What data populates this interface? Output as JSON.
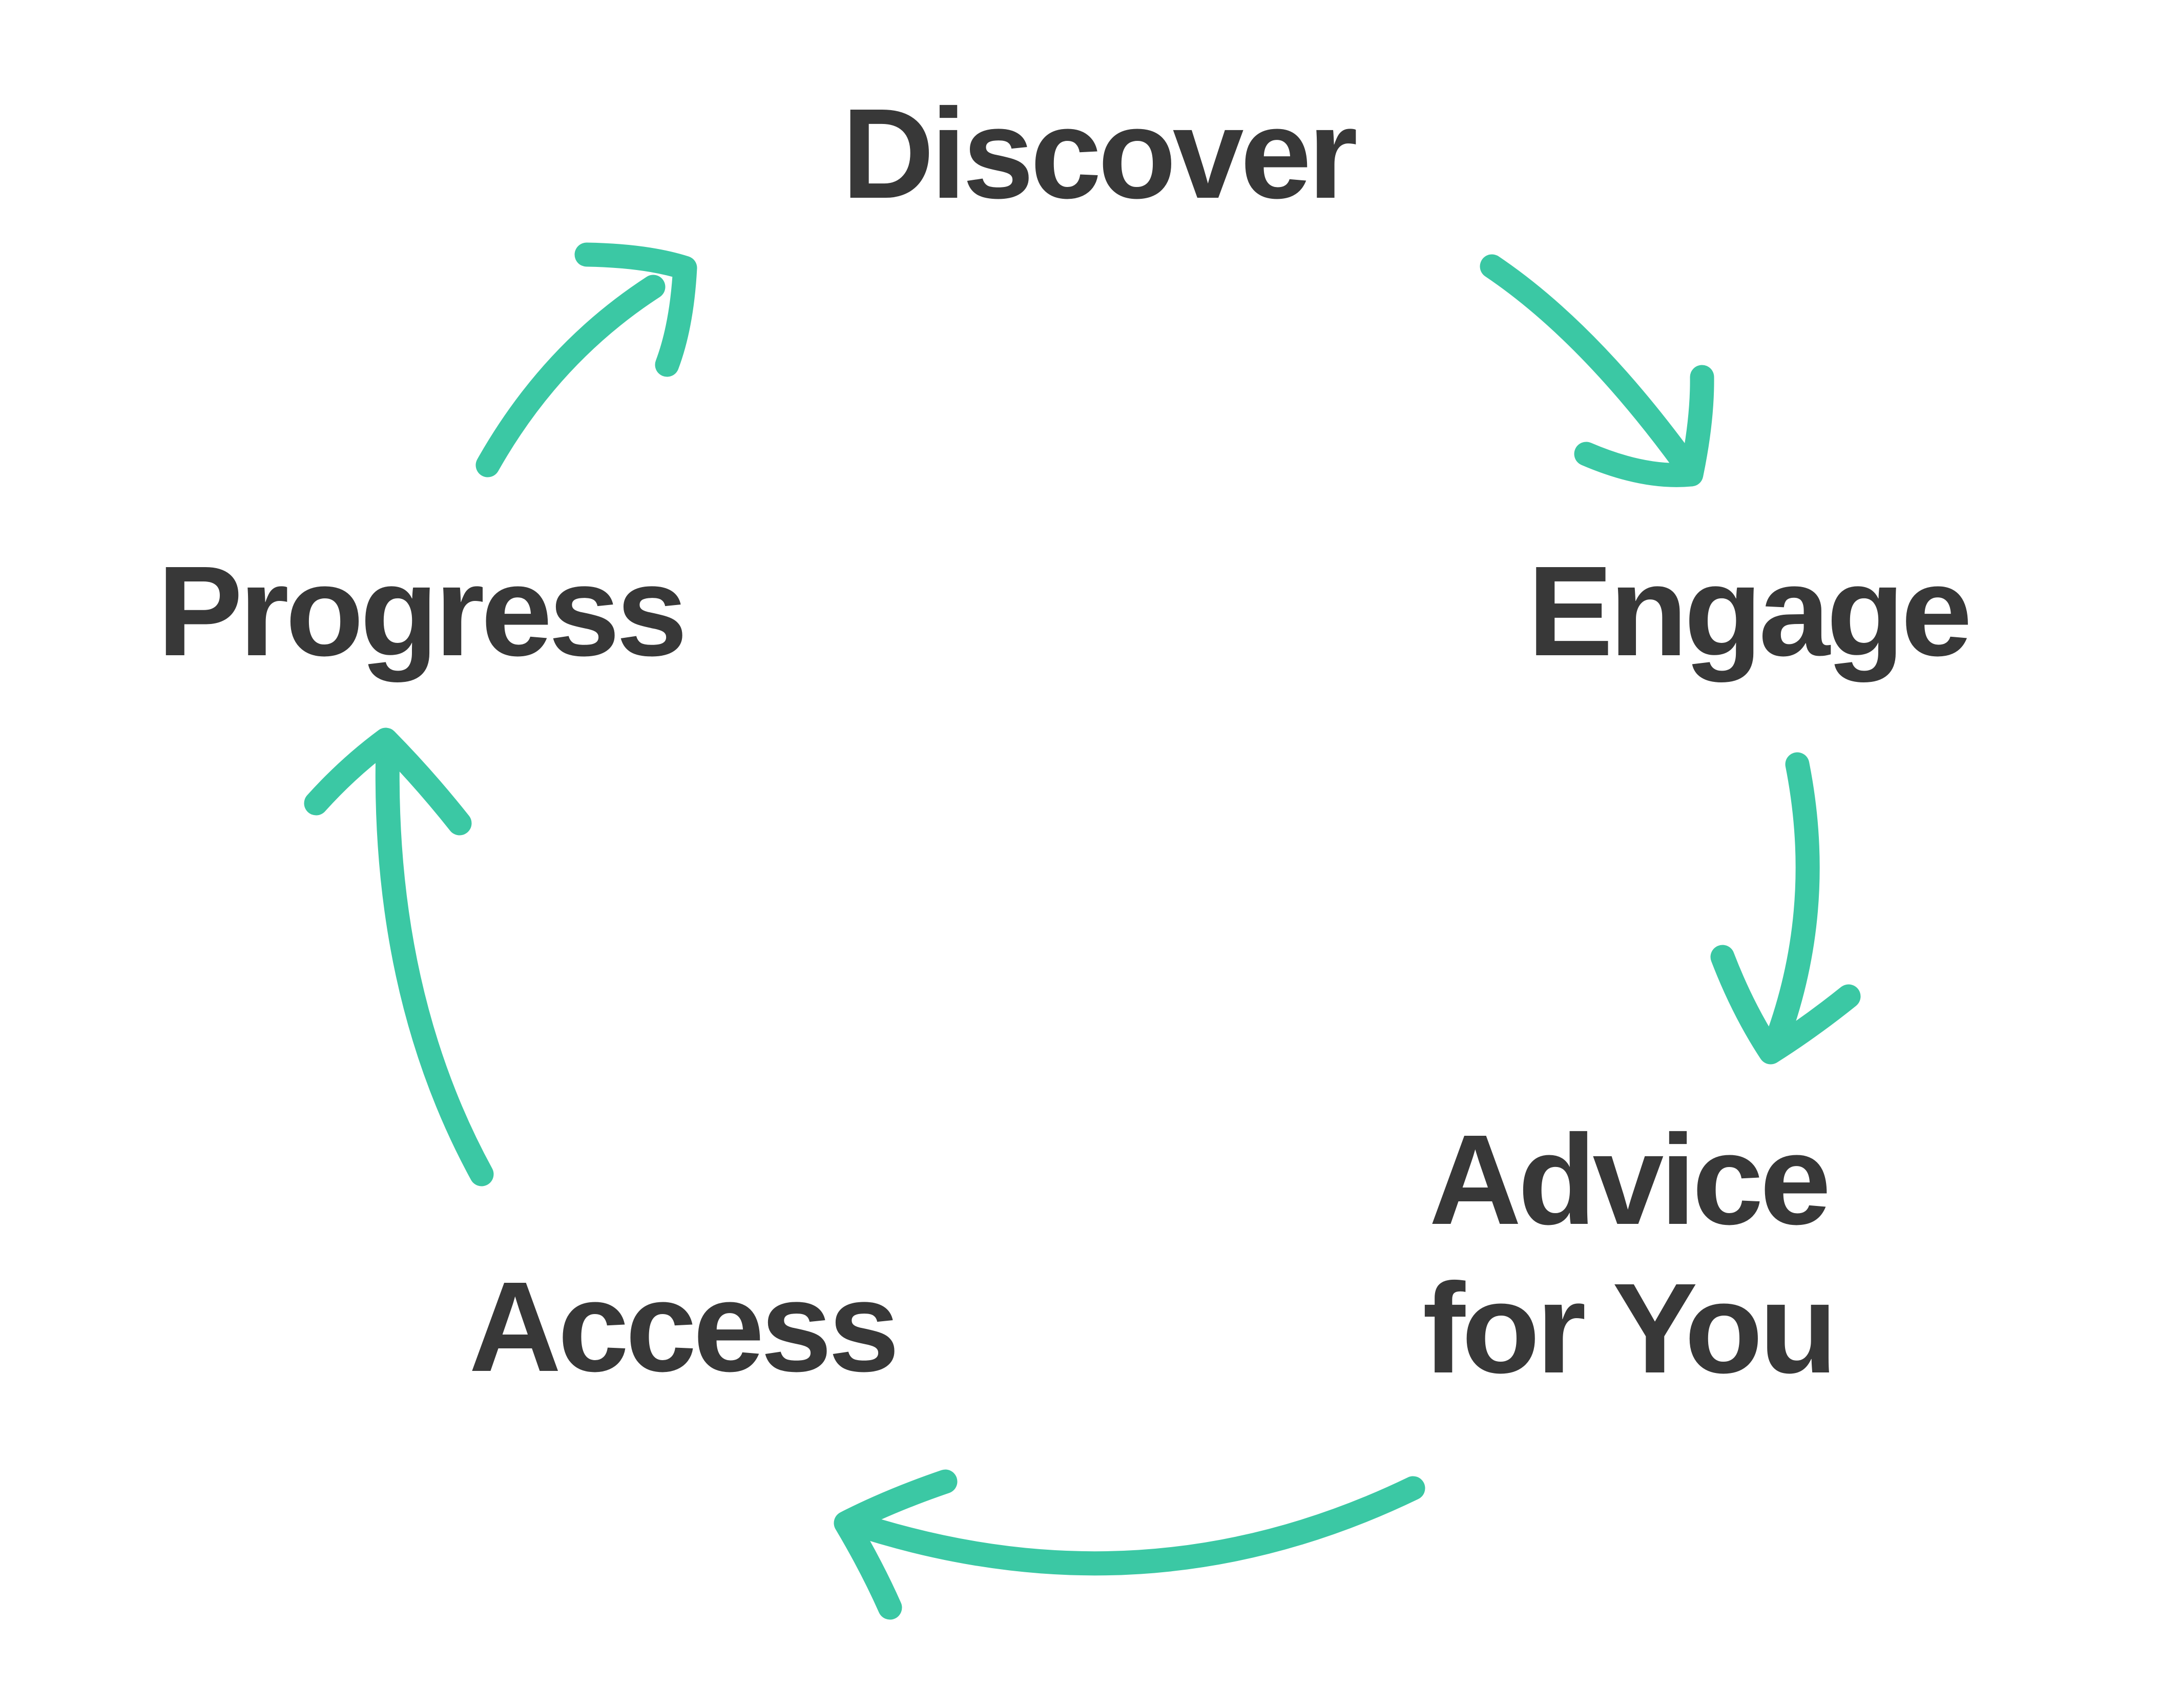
{
  "diagram": {
    "type": "cycle",
    "background": "#FFFFFF",
    "colors": {
      "arrow": "#3BC8A4",
      "label_text": "#383838"
    },
    "steps": [
      {
        "id": "discover",
        "label": "Discover"
      },
      {
        "id": "engage",
        "label": "Engage"
      },
      {
        "id": "advice-for-you",
        "label": "Advice for You",
        "lines": [
          "Advice",
          "for You"
        ]
      },
      {
        "id": "access",
        "label": "Access"
      },
      {
        "id": "progress",
        "label": "Progress"
      }
    ],
    "sequence": "Discover → Engage → Advice for You → Access → Progress → Discover"
  }
}
